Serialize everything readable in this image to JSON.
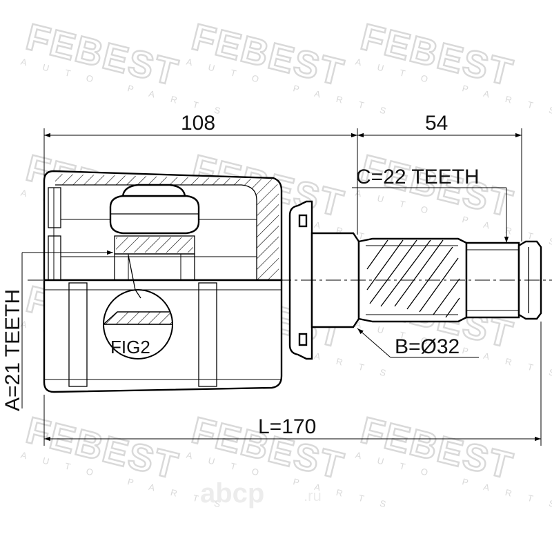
{
  "watermark": {
    "brand": "FEBEST",
    "tagline": "AUTO PARTS"
  },
  "site_logo": {
    "name": "abcp",
    "tld": ".ru"
  },
  "dimensions": {
    "housing_length": "108",
    "shaft_length": "54",
    "total_length": "L=170"
  },
  "callouts": {
    "spline_c": "C=22 TEETH",
    "diameter_b": "B=Ø32",
    "inner_teeth_a": "A=21 TEETH",
    "detail_fig": "FIG2"
  }
}
